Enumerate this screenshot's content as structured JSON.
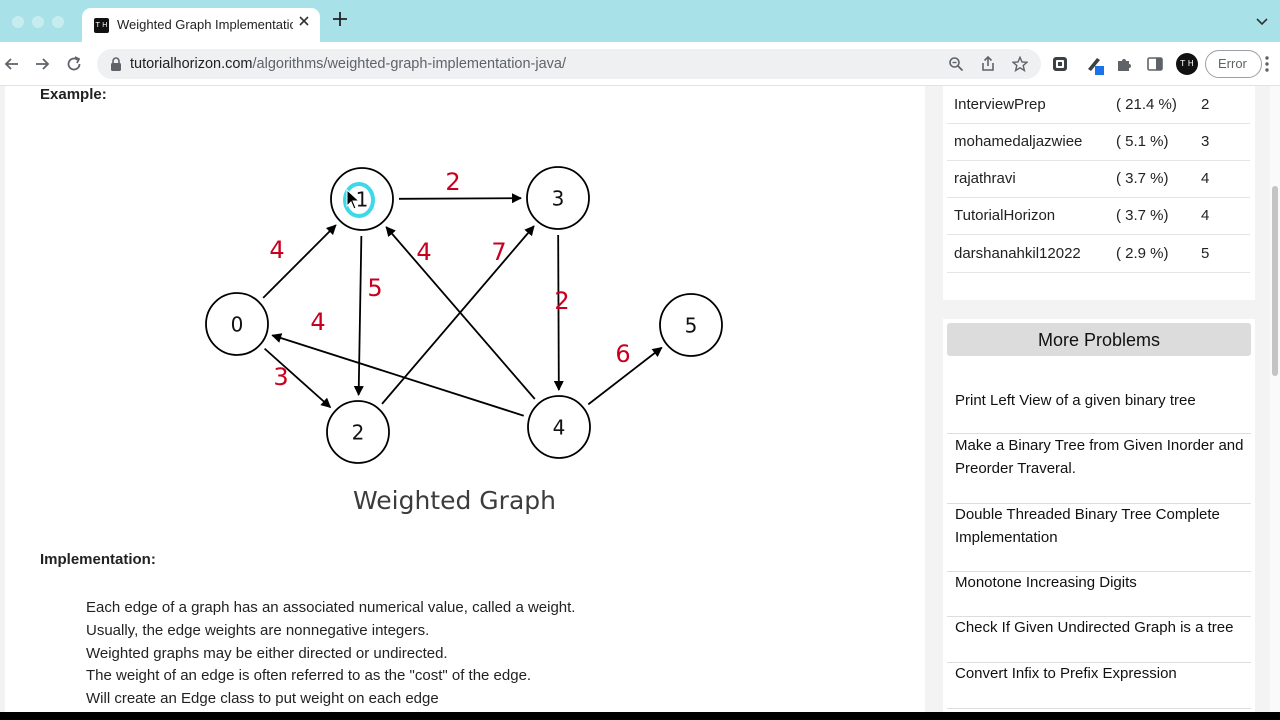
{
  "browser": {
    "tab_title": "Weighted Graph Implementation – JAVA",
    "favicon_text": "T H",
    "url_host": "tutorialhorizon.com",
    "url_path": "/algorithms/weighted-graph-implementation-java/",
    "profile_initials": "T H",
    "error_label": "Error"
  },
  "article": {
    "example_heading": "Example:",
    "graph_caption": "Weighted Graph",
    "implementation_heading": "Implementation:",
    "implementation_lines": [
      "Each edge of a graph has an associated numerical value, called a weight.",
      "Usually, the edge weights are nonnegative integers.",
      "Weighted graphs may be either directed or undirected.",
      "The weight of an edge is often referred to as the \"cost\" of the edge.",
      "Will create an Edge class to put weight on each edge"
    ]
  },
  "graph": {
    "nodes": [
      "0",
      "1",
      "2",
      "3",
      "4",
      "5"
    ],
    "edges": [
      {
        "from": "0",
        "to": "1",
        "weight": "4"
      },
      {
        "from": "0",
        "to": "2",
        "weight": "3"
      },
      {
        "from": "1",
        "to": "2",
        "weight": "5"
      },
      {
        "from": "1",
        "to": "3",
        "weight": "2"
      },
      {
        "from": "2",
        "to": "3",
        "weight": "7"
      },
      {
        "from": "3",
        "to": "4",
        "weight": "2"
      },
      {
        "from": "4",
        "to": "1",
        "weight": "4"
      },
      {
        "from": "4",
        "to": "0",
        "weight": "4"
      },
      {
        "from": "4",
        "to": "5",
        "weight": "6"
      }
    ],
    "weight_color": "#c8001e",
    "highlight_color": "#3fd8e8"
  },
  "leaderboard": [
    {
      "name": "InterviewPrep",
      "percent": "( 21.4 %)",
      "rank": "2"
    },
    {
      "name": "mohamedaljazwiee",
      "percent": "( 5.1 %)",
      "rank": "3"
    },
    {
      "name": "rajathravi",
      "percent": "( 3.7 %)",
      "rank": "4"
    },
    {
      "name": "TutorialHorizon",
      "percent": "( 3.7 %)",
      "rank": "4"
    },
    {
      "name": "darshanahkil12022",
      "percent": "( 2.9 %)",
      "rank": "5"
    }
  ],
  "more_problems": {
    "title": "More Problems",
    "items": [
      "Print Left View of a given binary tree",
      "Make a Binary Tree from Given Inorder and Preorder Traveral.",
      "Double Threaded Binary Tree Complete Implementation",
      "Monotone Increasing Digits",
      "Check If Given Undirected Graph is a tree",
      "Convert Infix to Prefix Expression"
    ]
  },
  "icons": [
    "back-icon",
    "forward-icon",
    "reload-icon",
    "lock-icon",
    "zoom-icon",
    "share-icon",
    "star-icon",
    "extension-icon",
    "pen-icon",
    "puzzle-icon",
    "sidepanel-icon",
    "kebab-menu-icon",
    "close-icon",
    "new-tab-icon",
    "chevron-down-icon"
  ]
}
